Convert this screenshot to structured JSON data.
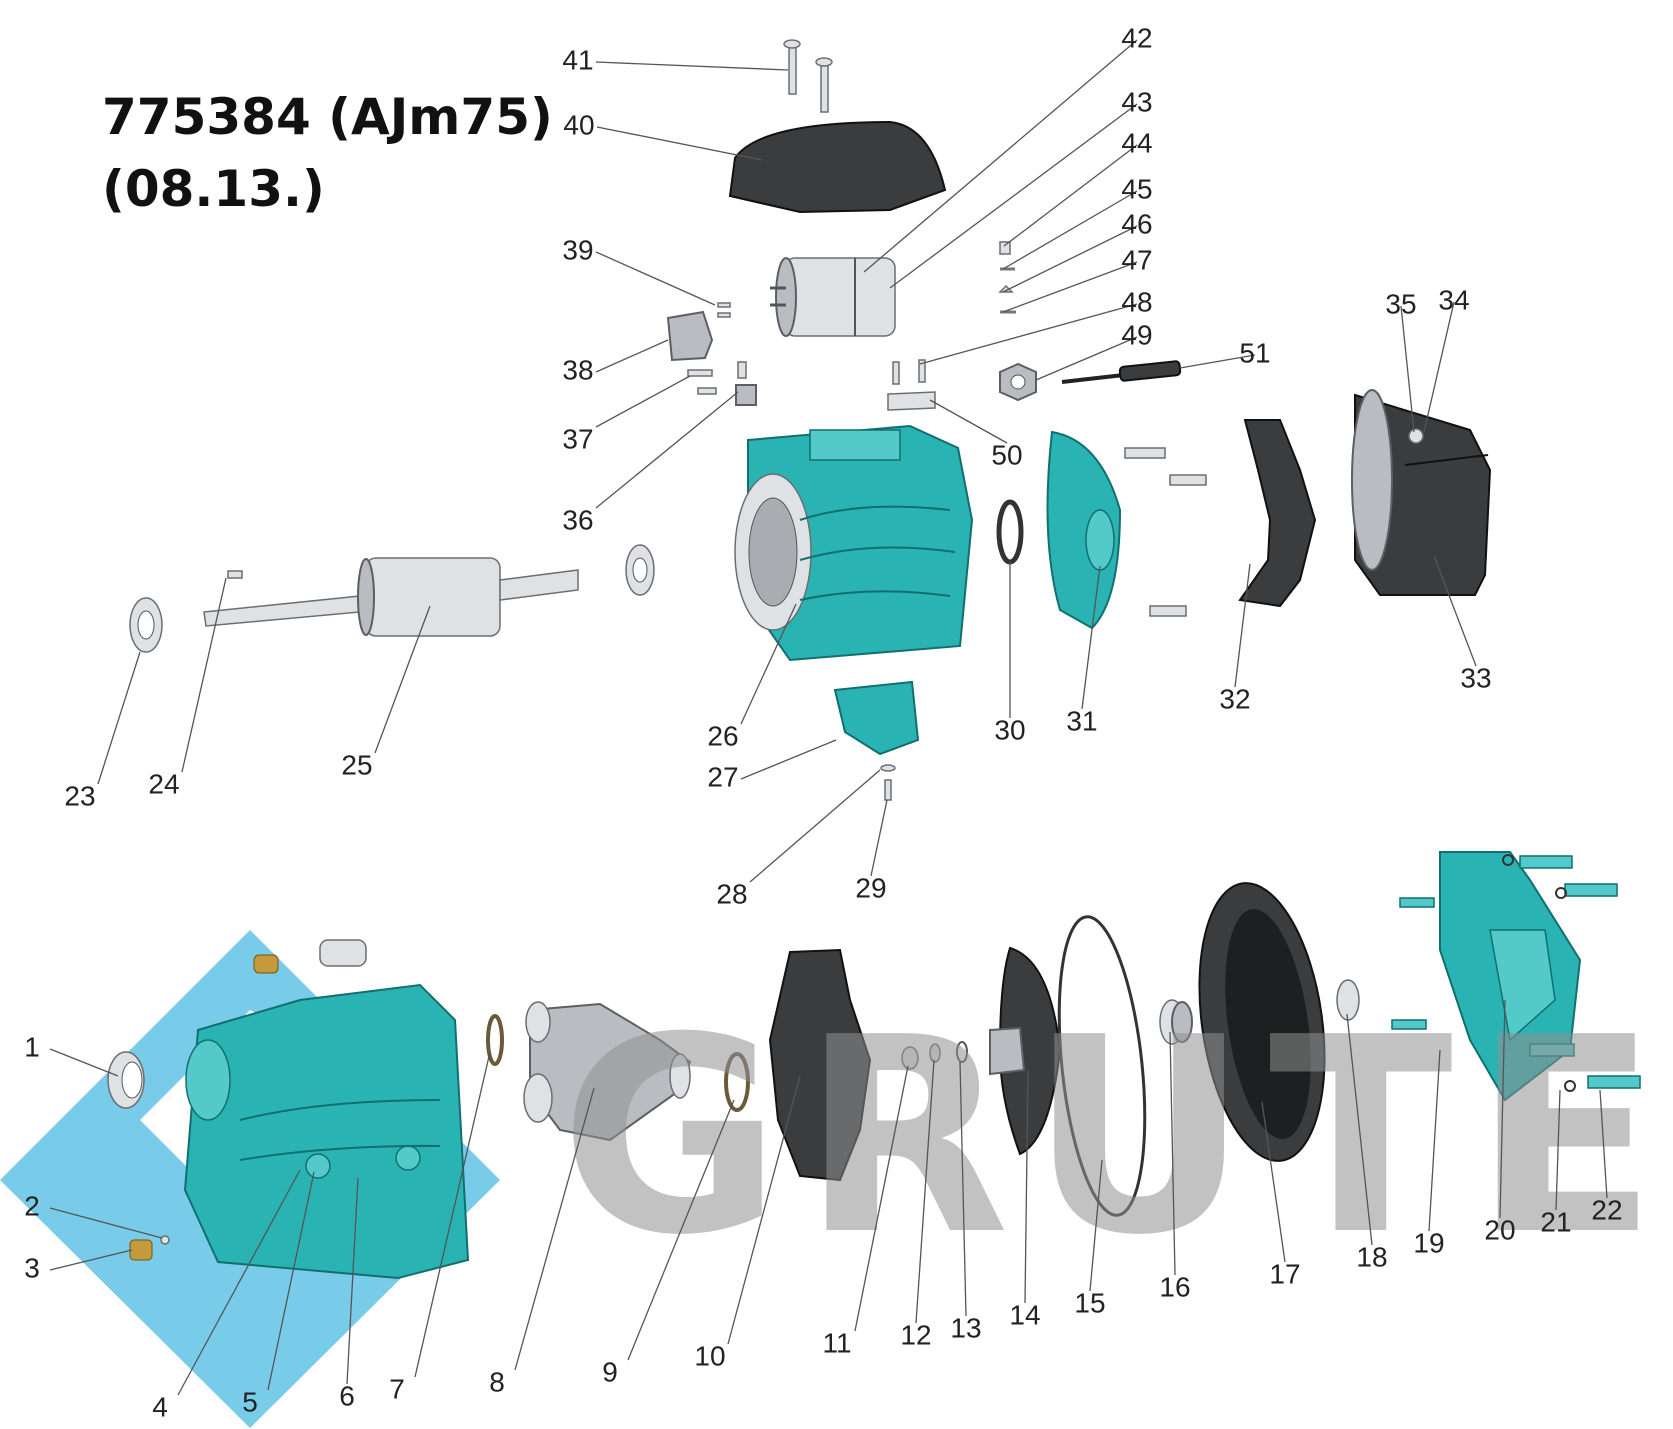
{
  "title": {
    "line1": "775384 (AJm75)",
    "line2": "(08.13.)"
  },
  "watermark": {
    "text": "GRUTEK",
    "colors": {
      "logo": "#3fb6e0",
      "text": "#8f8f8f"
    }
  },
  "colors": {
    "teal": "#2ab3b3",
    "grey": "#b9bdc2",
    "dark": "#3a3c3e"
  },
  "part_labels": [
    "1",
    "2",
    "3",
    "4",
    "5",
    "6",
    "7",
    "8",
    "9",
    "10",
    "11",
    "12",
    "13",
    "14",
    "15",
    "16",
    "17",
    "18",
    "19",
    "20",
    "21",
    "22",
    "23",
    "24",
    "25",
    "26",
    "27",
    "28",
    "29",
    "30",
    "31",
    "32",
    "33",
    "34",
    "35",
    "36",
    "37",
    "38",
    "39",
    "40",
    "41",
    "42",
    "43",
    "44",
    "45",
    "46",
    "47",
    "48",
    "49",
    "50",
    "51"
  ]
}
